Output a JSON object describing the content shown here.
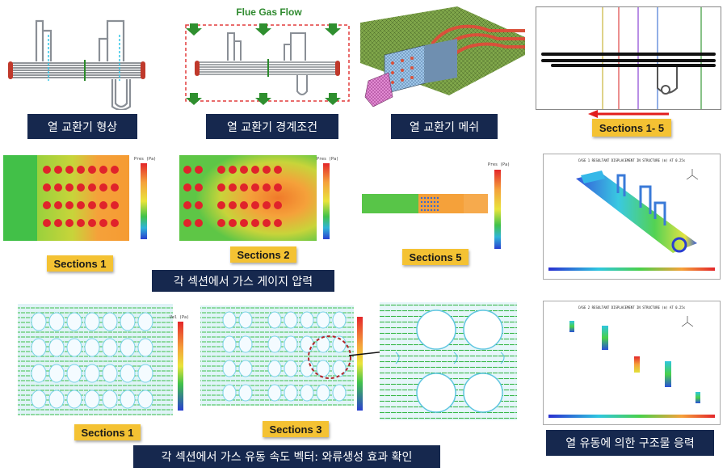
{
  "top": {
    "flue_gas_flow": "Flue Gas Flow",
    "labels": [
      "열 교환기 형상",
      "열 교환기 경계조건",
      "열 교환기 메쉬"
    ],
    "sections_tag": "Sections 1- 5"
  },
  "pressure": {
    "legend_title": "Pres (Pa)",
    "tags": [
      "Sections 1",
      "Sections 2",
      "Sections 5"
    ],
    "caption": "각 섹션에서 가스 게이지 압력"
  },
  "velocity": {
    "legend_title": "Vel (Pa)",
    "tags": [
      "Sections 1",
      "Sections 3"
    ],
    "caption": "각 섹션에서 가스 유동 속도 벡터:  와류생성 효과 확인"
  },
  "stress": {
    "title_top": "CASE 1 RESULTANT DISPLACEMENT IN STRUCTURE (m) AT 0.25s",
    "title_bottom": "CASE 2 RESULTANT DISPLACEMENT IN STRUCTURE (m) AT 0.25s",
    "caption": "열 유동에 의한 구조물 응력"
  },
  "colors": {
    "navy": "#16284e",
    "gold": "#f4c233",
    "cfd_green": "#3dbf4a",
    "cfd_orange": "#f5a13a",
    "tube_red": "#e0232b"
  }
}
